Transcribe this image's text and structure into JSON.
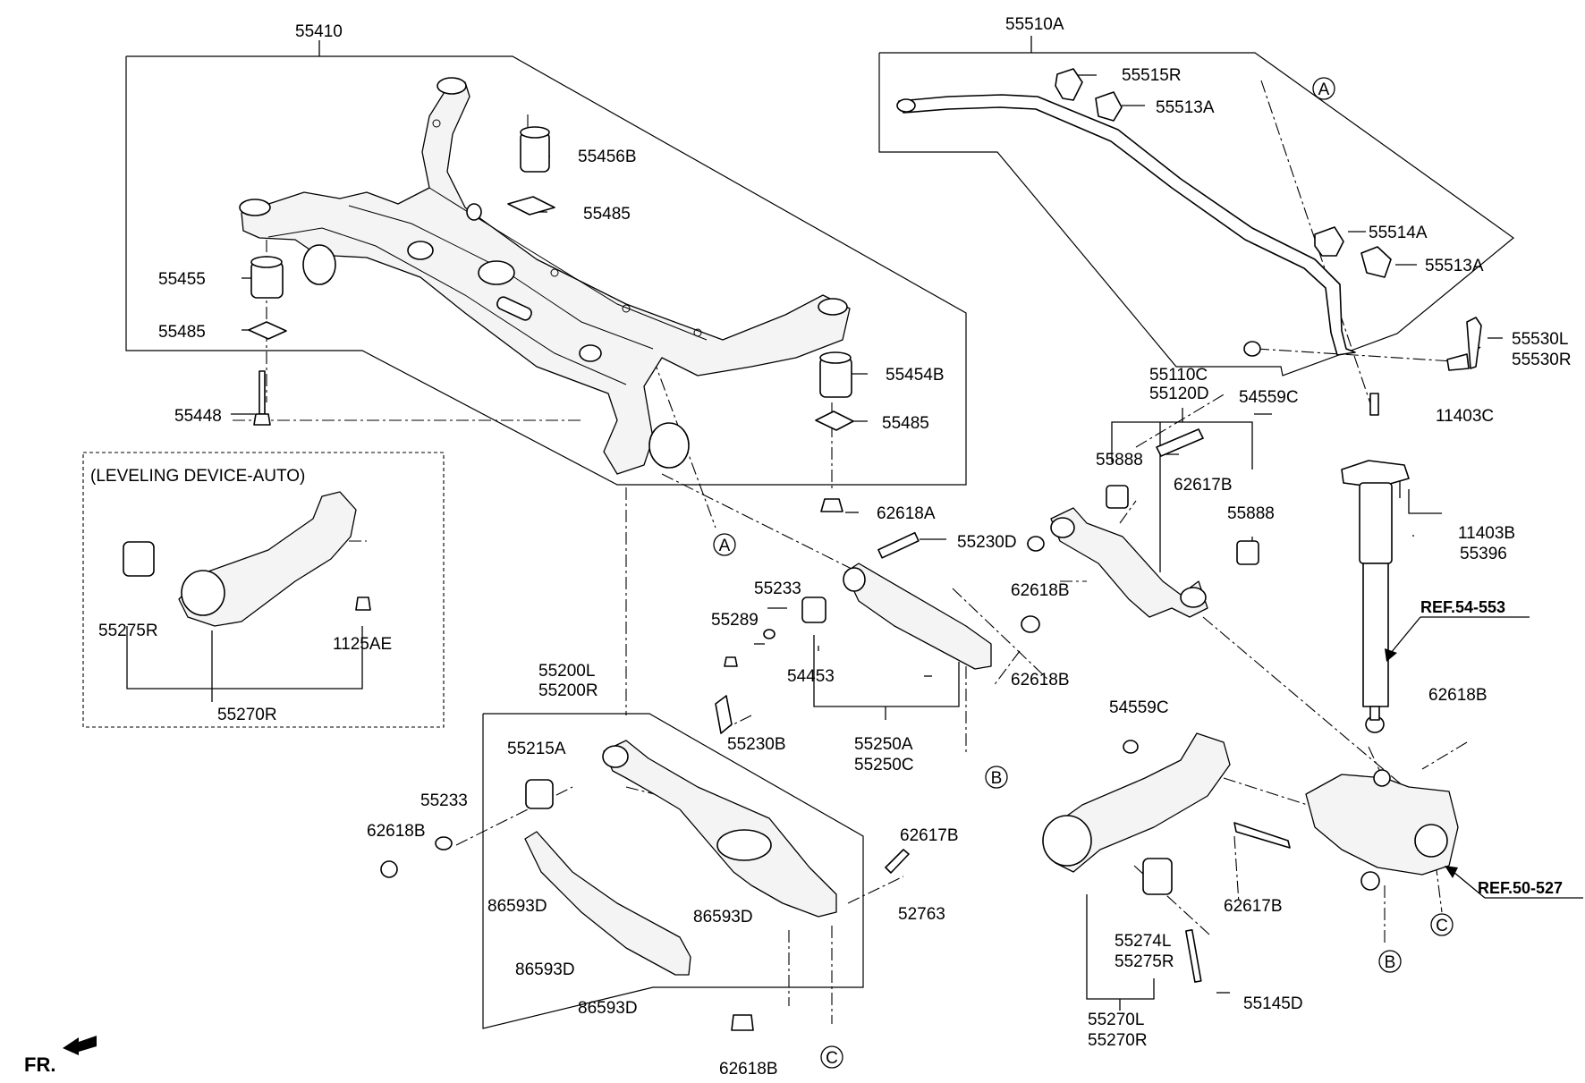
{
  "labels": {
    "p55410": "55410",
    "p55456B": "55456B",
    "p55485_a": "55485",
    "p55455": "55455",
    "p55485_b": "55485",
    "p55448": "55448",
    "p55454B": "55454B",
    "p55485_c": "55485",
    "p62618A": "62618A",
    "p55510A": "55510A",
    "p55515R": "55515R",
    "p55513A_a": "55513A",
    "p55514A": "55514A",
    "p55513A_b": "55513A",
    "p55530L": "55530L",
    "p55530R": "55530R",
    "p54559C_a": "54559C",
    "p11403C": "11403C",
    "p55110C": "55110C",
    "p55120D": "55120D",
    "p55888_a": "55888",
    "p62617B_a": "62617B",
    "p55888_b": "55888",
    "p55230D": "55230D",
    "p62618B_a": "62618B",
    "p11403B": "11403B",
    "p55396": "55396",
    "p55233_a": "55233",
    "p55289": "55289",
    "p54453": "54453",
    "p62618B_b": "62618B",
    "p55250A": "55250A",
    "p55250C": "55250C",
    "p62617B_b": "62617B",
    "leveling": "(LEVELING DEVICE-AUTO)",
    "p55275R_a": "55275R",
    "p1125AE": "1125AE",
    "p55270R_a": "55270R",
    "p55200L": "55200L",
    "p55200R": "55200R",
    "p55230B": "55230B",
    "p55215A": "55215A",
    "p55233_b": "55233",
    "p62618B_c": "62618B",
    "p86593D_a": "86593D",
    "p86593D_b": "86593D",
    "p86593D_c": "86593D",
    "p86593D_d": "86593D",
    "p52763": "52763",
    "p62618B_d": "62618B",
    "p54559C_b": "54559C",
    "p62618B_e": "62618B",
    "p62617B_c": "62617B",
    "p55274L": "55274L",
    "p55275R_b": "55275R",
    "p55145D": "55145D",
    "p55270L": "55270L",
    "p55270R_b": "55270R",
    "ref54": "REF.54-553",
    "ref50": "REF.50-527",
    "fr": "FR."
  },
  "markers": {
    "A_top": "A",
    "A_mid": "A",
    "B_mid": "B",
    "B_bot": "B",
    "C_bot": "C",
    "C_right": "C"
  }
}
